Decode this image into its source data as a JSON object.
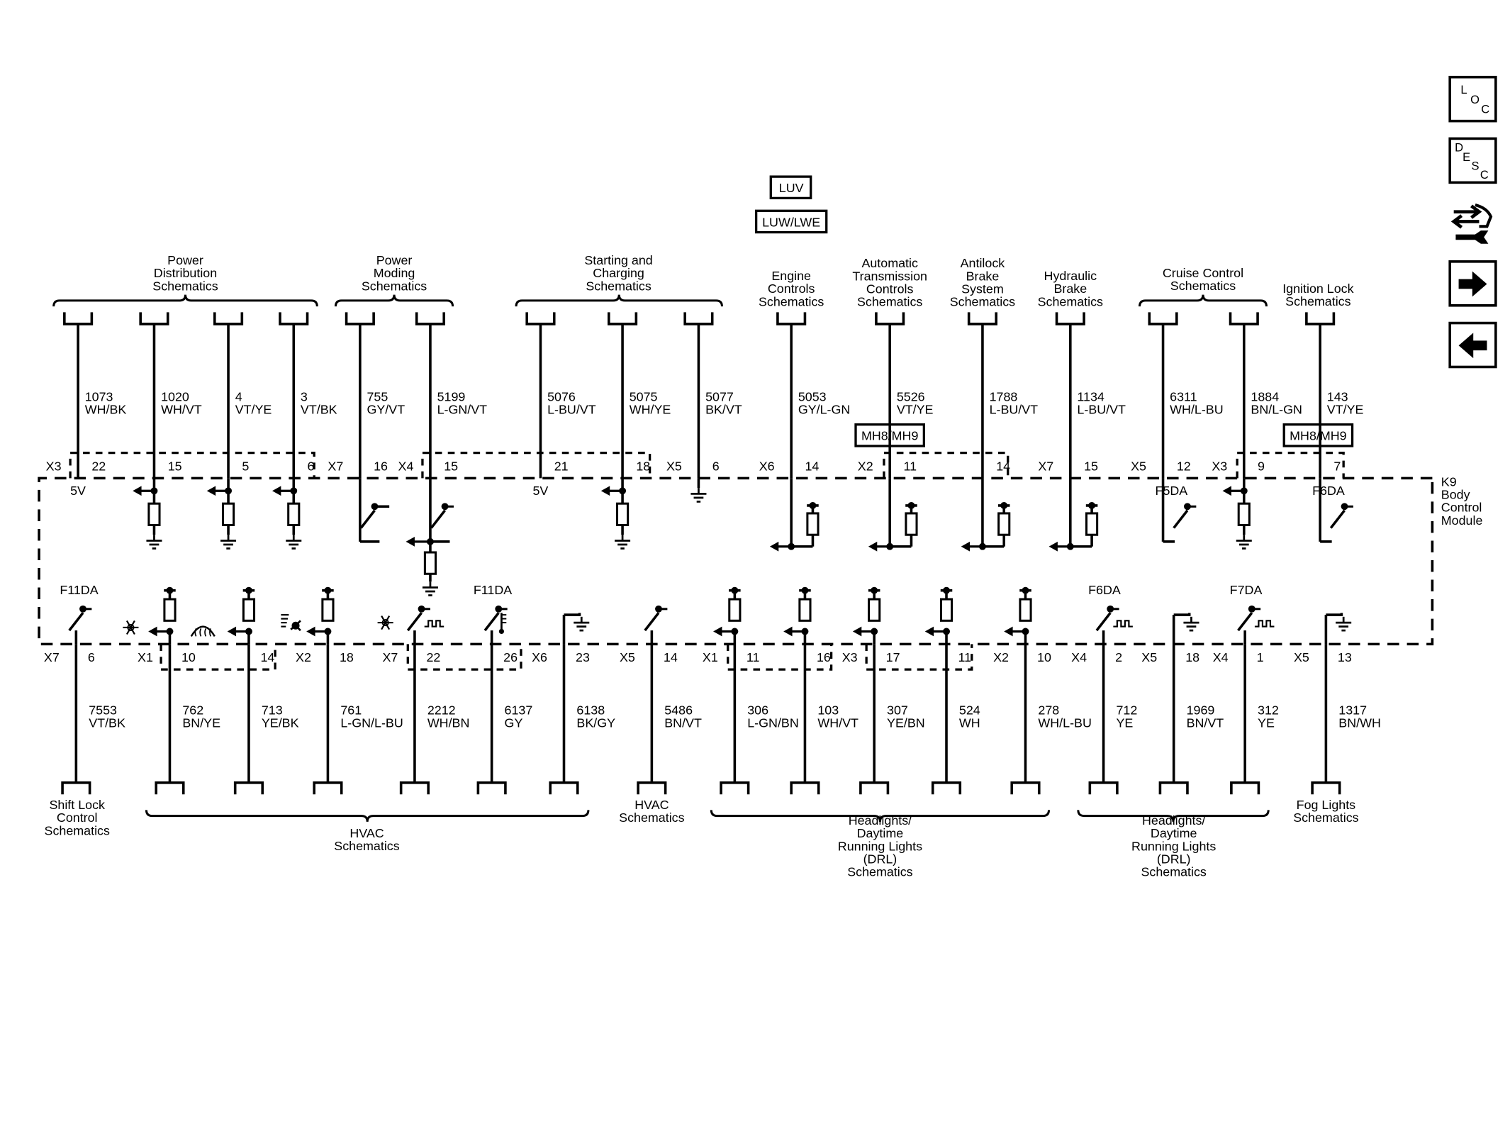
{
  "module": {
    "lines": [
      "K9",
      "Body",
      "Control",
      "Module"
    ]
  },
  "options": {
    "luv": "LUV",
    "luw": "LUW/LWE",
    "mh": "MH8/MH9"
  },
  "nav": [
    {
      "name": "loc-button",
      "letters": [
        "L",
        "O",
        "C"
      ]
    },
    {
      "name": "desc-button",
      "letters": [
        "D",
        "E",
        "S",
        "C"
      ]
    },
    {
      "name": "connector-wrench-icon",
      "letters": []
    },
    {
      "name": "next-arrow-icon",
      "letters": []
    },
    {
      "name": "prev-arrow-icon",
      "letters": []
    }
  ],
  "top_groups": [
    {
      "lines": [
        "Power",
        "Distribution",
        "Schematics"
      ]
    },
    {
      "lines": [
        "Power",
        "Moding",
        "Schematics"
      ]
    },
    {
      "lines": [
        "Starting and",
        "Charging",
        "Schematics"
      ]
    },
    {
      "lines": [
        "Engine",
        "Controls",
        "Schematics"
      ]
    },
    {
      "lines": [
        "Automatic",
        "Transmission",
        "Controls",
        "Schematics"
      ]
    },
    {
      "lines": [
        "Antilock",
        "Brake",
        "System",
        "Schematics"
      ]
    },
    {
      "lines": [
        "Hydraulic",
        "Brake",
        "Schematics"
      ]
    },
    {
      "lines": [
        "Cruise Control",
        "Schematics"
      ]
    },
    {
      "lines": [
        "Ignition Lock",
        "Schematics"
      ]
    }
  ],
  "top_wires": [
    {
      "circuit": "1073",
      "color": "WH/BK",
      "conn": "X3",
      "pin": "22",
      "note": "5V"
    },
    {
      "circuit": "1020",
      "color": "WH/VT",
      "conn": "",
      "pin": "15",
      "note": ""
    },
    {
      "circuit": "4",
      "color": "VT/YE",
      "conn": "",
      "pin": "5",
      "note": ""
    },
    {
      "circuit": "3",
      "color": "VT/BK",
      "conn": "",
      "pin": "6",
      "note": ""
    },
    {
      "circuit": "755",
      "color": "GY/VT",
      "conn": "X7",
      "pin": "16",
      "note": ""
    },
    {
      "circuit": "5199",
      "color": "L-GN/VT",
      "conn": "X4",
      "pin": "15",
      "note": ""
    },
    {
      "circuit": "5076",
      "color": "L-BU/VT",
      "conn": "",
      "pin": "21",
      "note": "5V"
    },
    {
      "circuit": "5075",
      "color": "WH/YE",
      "conn": "",
      "pin": "18",
      "note": ""
    },
    {
      "circuit": "5077",
      "color": "BK/VT",
      "conn": "X5",
      "pin": "6",
      "note": ""
    },
    {
      "circuit": "5053",
      "color": "GY/L-GN",
      "conn": "X6",
      "pin": "14",
      "note": ""
    },
    {
      "circuit": "5526",
      "color": "VT/YE",
      "conn": "X2",
      "pin": "11",
      "note": ""
    },
    {
      "circuit": "1788",
      "color": "L-BU/VT",
      "conn": "",
      "pin": "14",
      "note": ""
    },
    {
      "circuit": "1134",
      "color": "L-BU/VT",
      "conn": "X7",
      "pin": "15",
      "note": ""
    },
    {
      "circuit": "6311",
      "color": "WH/L-BU",
      "conn": "X5",
      "pin": "12",
      "note": "F5DA"
    },
    {
      "circuit": "1884",
      "color": "BN/L-GN",
      "conn": "X3",
      "pin": "9",
      "note": ""
    },
    {
      "circuit": "143",
      "color": "VT/YE",
      "conn": "",
      "pin": "7",
      "note": "F6DA"
    }
  ],
  "bottom_wires": [
    {
      "circuit": "7553",
      "color": "VT/BK",
      "conn": "X7",
      "pin": "6",
      "note": "F11DA"
    },
    {
      "circuit": "762",
      "color": "BN/YE",
      "conn": "X1",
      "pin": "10",
      "note": ""
    },
    {
      "circuit": "713",
      "color": "YE/BK",
      "conn": "",
      "pin": "14",
      "note": ""
    },
    {
      "circuit": "761",
      "color": "L-GN/L-BU",
      "conn": "X2",
      "pin": "18",
      "note": ""
    },
    {
      "circuit": "2212",
      "color": "WH/BN",
      "conn": "X7",
      "pin": "22",
      "note": ""
    },
    {
      "circuit": "6137",
      "color": "GY",
      "conn": "",
      "pin": "26",
      "note": "F11DA"
    },
    {
      "circuit": "6138",
      "color": "BK/GY",
      "conn": "X6",
      "pin": "23",
      "note": ""
    },
    {
      "circuit": "5486",
      "color": "BN/VT",
      "conn": "X5",
      "pin": "14",
      "note": ""
    },
    {
      "circuit": "306",
      "color": "L-GN/BN",
      "conn": "X1",
      "pin": "11",
      "note": ""
    },
    {
      "circuit": "103",
      "color": "WH/VT",
      "conn": "",
      "pin": "16",
      "note": ""
    },
    {
      "circuit": "307",
      "color": "YE/BN",
      "conn": "X3",
      "pin": "17",
      "note": ""
    },
    {
      "circuit": "524",
      "color": "WH",
      "conn": "",
      "pin": "11",
      "note": ""
    },
    {
      "circuit": "278",
      "color": "WH/L-BU",
      "conn": "X2",
      "pin": "10",
      "note": ""
    },
    {
      "circuit": "712",
      "color": "YE",
      "conn": "X4",
      "pin": "2",
      "note": "F6DA"
    },
    {
      "circuit": "1969",
      "color": "BN/VT",
      "conn": "X5",
      "pin": "18",
      "note": ""
    },
    {
      "circuit": "312",
      "color": "YE",
      "conn": "X4",
      "pin": "1",
      "note": "F7DA"
    },
    {
      "circuit": "1317",
      "color": "BN/WH",
      "conn": "X5",
      "pin": "13",
      "note": ""
    }
  ],
  "bottom_groups": [
    {
      "lines": [
        "Shift Lock",
        "Control",
        "Schematics"
      ]
    },
    {
      "lines": [
        "HVAC",
        "Schematics"
      ]
    },
    {
      "lines": [
        "HVAC",
        "Schematics"
      ]
    },
    {
      "lines": [
        "Headlights/",
        "Daytime",
        "Running Lights",
        "(DRL)",
        "Schematics"
      ]
    },
    {
      "lines": [
        "Headlights/",
        "Daytime",
        "Running Lights",
        "(DRL)",
        "Schematics"
      ]
    },
    {
      "lines": [
        "Fog Lights",
        "Schematics"
      ]
    }
  ]
}
